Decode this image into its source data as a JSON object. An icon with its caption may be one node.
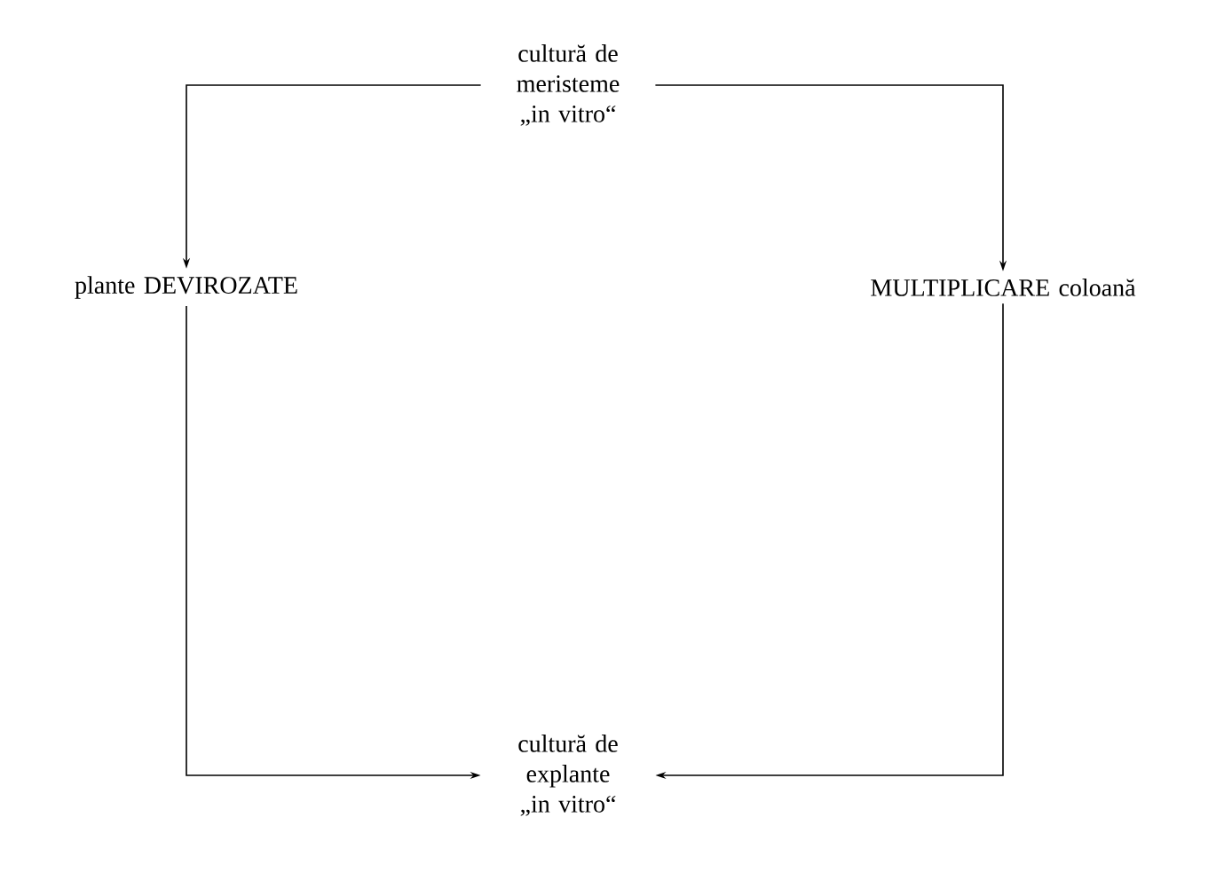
{
  "diagram": {
    "nodes": [
      {
        "text": [
          "cultură de meristeme „in vitro“"
        ]
      },
      {
        "text": [
          "plante DEVIROZATE"
        ]
      },
      {
        "text": [
          "MULTIPLICARE coloană"
        ]
      },
      {
        "text": [
          "cultură de explante „in vitro“"
        ]
      }
    ],
    "edges": [
      {
        "from": 0,
        "to": 1,
        "arrow": "to"
      },
      {
        "from": 0,
        "to": 2,
        "arrow": "to"
      },
      {
        "from": 1,
        "to": 3,
        "arrow": "to"
      },
      {
        "from": 2,
        "to": 3,
        "arrow": "to"
      }
    ]
  }
}
